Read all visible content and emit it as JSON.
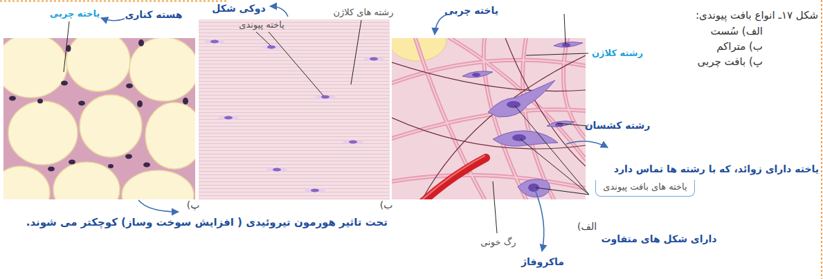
{
  "diagram": {
    "caption": "شکل ۱۷ـ انواع بافت پیوندی:",
    "nodes": [
      {
        "text": [
          "یاخته های بافت پیوندی"
        ]
      }
    ],
    "labels": [
      "الف) سُست",
      "ب) متراکم",
      "پ) بافت چربی",
      "یاخته چربی",
      "هسته کناری",
      "دوکی شکل",
      "یاخته پیوندی",
      "رشته های کلاژن",
      "یاخته چربی",
      "رشته کلاژن",
      "رشته کشسان",
      "یاخته دارای زوائد، که با رشته ها تماس دارد",
      "دارای شکل های متفاوت",
      "رگ خونی",
      "ماکروفاژ",
      "پ)",
      "ب)",
      "الف)",
      "تحت تاثیر هورمون تیروئیدی ( افزایش سوخت وساز) کوچکتر می شوند."
    ]
  }
}
